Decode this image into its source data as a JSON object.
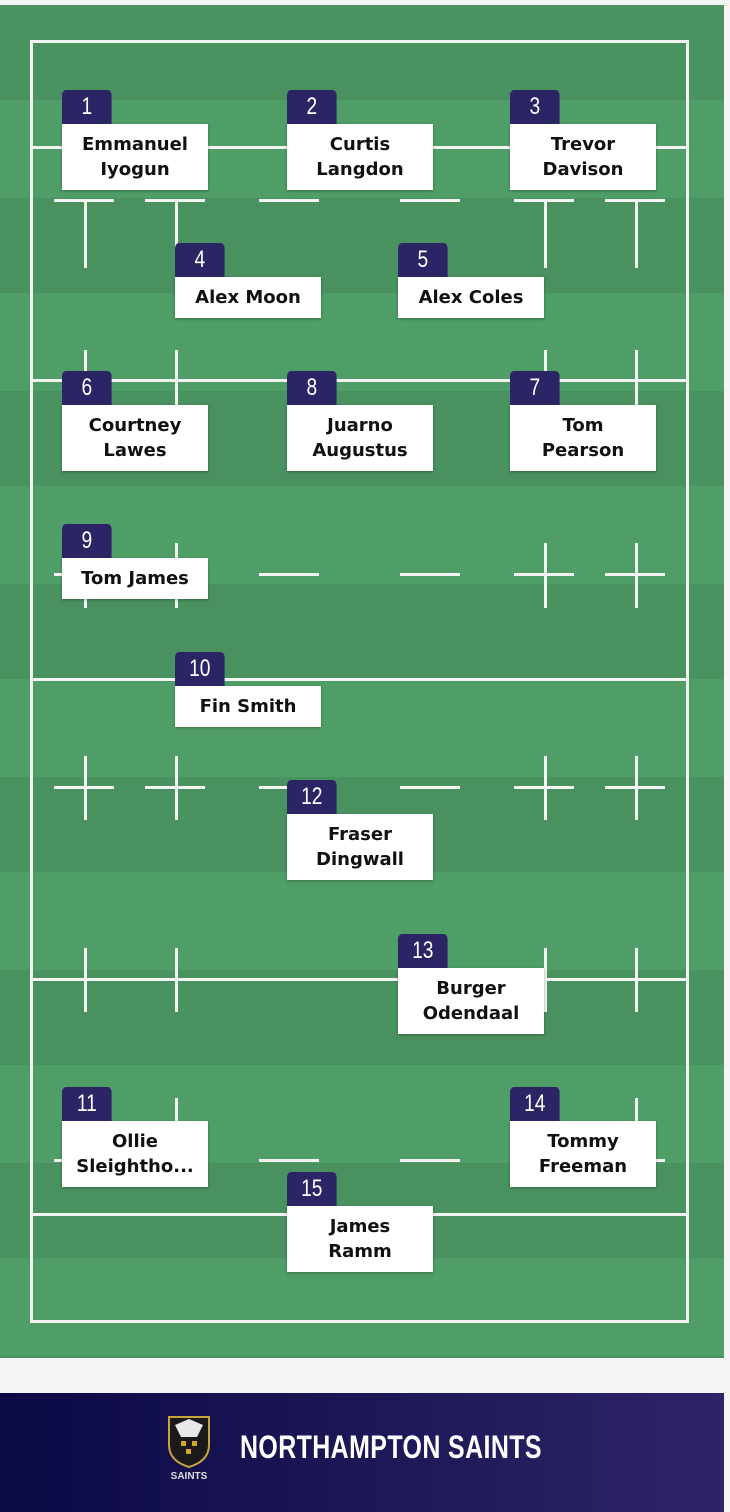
{
  "team": {
    "name": "NORTHAMPTON SAINTS",
    "logo_text": "SAINTS",
    "colors": {
      "navy": "#2b2565",
      "pitch": "#4f9e67"
    }
  },
  "players": [
    {
      "number": "1",
      "name": "Emmanuel\nIyogun"
    },
    {
      "number": "2",
      "name": "Curtis\nLangdon"
    },
    {
      "number": "3",
      "name": "Trevor\nDavison"
    },
    {
      "number": "4",
      "name": "Alex Moon"
    },
    {
      "number": "5",
      "name": "Alex Coles"
    },
    {
      "number": "6",
      "name": "Courtney\nLawes"
    },
    {
      "number": "8",
      "name": "Juarno\nAugustus"
    },
    {
      "number": "7",
      "name": "Tom\nPearson"
    },
    {
      "number": "9",
      "name": "Tom James"
    },
    {
      "number": "10",
      "name": "Fin Smith"
    },
    {
      "number": "12",
      "name": "Fraser\nDingwall"
    },
    {
      "number": "13",
      "name": "Burger\nOdendaal"
    },
    {
      "number": "11",
      "name": "Ollie\nSleightho..."
    },
    {
      "number": "14",
      "name": "Tommy\nFreeman"
    },
    {
      "number": "15",
      "name": "James\nRamm"
    }
  ]
}
